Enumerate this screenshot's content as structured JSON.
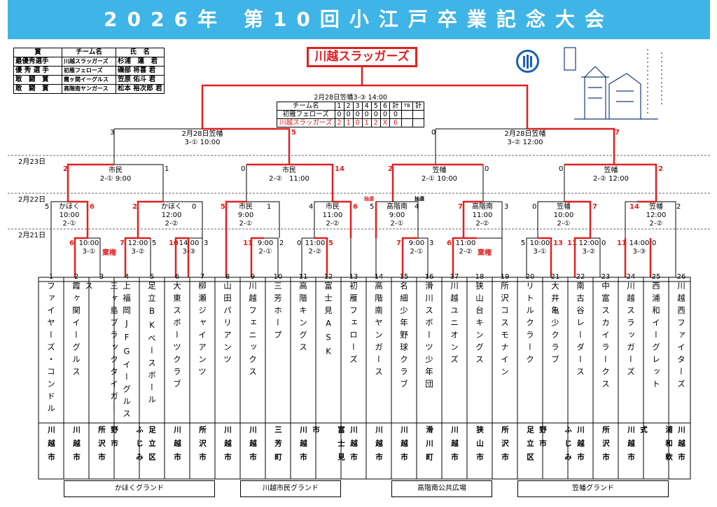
{
  "title": "2026年 第10回小江戸卒業記念大会",
  "champion": "川越スラッガーズ",
  "awards": {
    "headers": [
      "賞",
      "チーム名",
      "氏　名"
    ],
    "rows": [
      [
        "最優秀選手",
        "川越スラッガーズ",
        "杉浦　蓮　君"
      ],
      [
        "優 秀 選 手",
        "初雁フェローズ",
        "磯部 将喜 君"
      ],
      [
        "敢　闘　賞",
        "霞ヶ関イーグルス",
        "笠原 佑斗 君"
      ],
      [
        "敢　闘　賞",
        "高階南ヤンガース",
        "松本 裕次郎 君"
      ]
    ]
  },
  "final": {
    "header": "2月28日笠幡3-③ 14:00",
    "columns": [
      "チーム名",
      "1",
      "2",
      "3",
      "4",
      "5",
      "6",
      "計",
      "TB",
      "計"
    ],
    "rows": [
      [
        "初雁フェローズ",
        "0",
        "0",
        "0",
        "0",
        "0",
        "0",
        "0",
        "",
        ""
      ],
      [
        "川越スラッガーズ",
        "2",
        "1",
        "0",
        "1",
        "2",
        "X",
        "6",
        "",
        ""
      ]
    ]
  },
  "dates": [
    "2月23日",
    "2月22日",
    "2月21日"
  ],
  "semis": [
    {
      "date": "2月28日笠幡",
      "info": "3-① 10:00",
      "left": "3",
      "right": "5"
    },
    {
      "date": "2月28日笠幡",
      "info": "3-② 12:00",
      "left": "0",
      "right": "7"
    }
  ],
  "quarters": [
    {
      "venue": "市民",
      "info": "2-① 9:00",
      "left": "2",
      "right": "1"
    },
    {
      "venue": "市民",
      "info": "2-②　11:00",
      "left": "0",
      "right": "14"
    },
    {
      "venue": "笠幡",
      "info": "2-① 10:00",
      "left": "2",
      "right": "0"
    },
    {
      "venue": "笠幡",
      "info": "2-② 12:00",
      "left": "0",
      "right": "2"
    }
  ],
  "round2": [
    {
      "venue": "かほく",
      "time": "10:00",
      "info": "2-①",
      "left": "5",
      "right": "6"
    },
    {
      "venue": "かほく",
      "time": "12:00",
      "info": "2-②",
      "left": "2",
      "right": "0"
    },
    {
      "venue": "市民",
      "time": "9:00",
      "info": "2-①",
      "left": "5",
      "right": "1"
    },
    {
      "venue": "市民",
      "time": "11:00",
      "info": "2-②",
      "left": "4",
      "right": "6"
    },
    {
      "venue": "高階南",
      "time": "9:00",
      "info": "2-①",
      "left": "5",
      "right": "4"
    },
    {
      "venue": "高階南",
      "time": "11:00",
      "info": "2-②",
      "left": "7",
      "right": "3"
    },
    {
      "venue": "笠幡",
      "time": "10:00",
      "info": "2-①",
      "left": "0",
      "right": "7"
    },
    {
      "venue": "笠幡",
      "time": "12:00",
      "info": "2-②",
      "left": "14",
      "right": "2"
    }
  ],
  "round1": [
    {
      "time": "10:00",
      "info": "3-①",
      "left": "6",
      "right": "",
      "note": "棄権"
    },
    {
      "time": "12:00",
      "info": "3-②",
      "left": "7",
      "right": "5",
      "note": ""
    },
    {
      "time": "14:00",
      "info": "3-③",
      "left": "10",
      "right": "3",
      "note": ""
    },
    {
      "time": "9:00",
      "info": "2-①",
      "left": "11",
      "right": "2",
      "note": ""
    },
    {
      "time": "11:00",
      "info": "2-②",
      "left": "0",
      "right": "5",
      "note": ""
    },
    {
      "time": "9:00",
      "info": "2-①",
      "left": "7",
      "right": "3",
      "note": ""
    },
    {
      "time": "11:00",
      "info": "2-②",
      "left": "6",
      "right": "",
      "note": "棄権"
    },
    {
      "time": "10:00",
      "info": "3-①",
      "left": "5",
      "right": "13",
      "note": ""
    },
    {
      "time": "12:00",
      "info": "3-②",
      "left": "11",
      "right": "0",
      "note": ""
    },
    {
      "time": "14:00",
      "info": "3-③",
      "left": "11",
      "right": "0",
      "note": ""
    }
  ],
  "lottery": [
    "抽選",
    "抽選"
  ],
  "teams": [
    {
      "no": "1",
      "name": "ファイヤーズ・コンドル",
      "city": "川越市"
    },
    {
      "no": "2",
      "name": "霞ヶ関イーグルス",
      "city": "川越市"
    },
    {
      "no": "3",
      "name": "三ヶ島ブラックタイガース",
      "city": "所沢市"
    },
    {
      "no": "4",
      "name": "上福岡JFGイーグルス",
      "city": "ふじみ野市"
    },
    {
      "no": "5",
      "name": "足立BKベースボール",
      "city": "足立区"
    },
    {
      "no": "6",
      "name": "大東スポーツクラブ",
      "city": "川越市"
    },
    {
      "no": "7",
      "name": "柳瀬ジャイアンツ",
      "city": "所沢市"
    },
    {
      "no": "8",
      "name": "山田パリアンツ",
      "city": "川越市"
    },
    {
      "no": "9",
      "name": "川越フェニックス",
      "city": "川越市"
    },
    {
      "no": "10",
      "name": "三芳ホープ",
      "city": "三芳町"
    },
    {
      "no": "11",
      "name": "高階キングス",
      "city": "川越市"
    },
    {
      "no": "12",
      "name": "富士見ASK",
      "city": "富士見市"
    },
    {
      "no": "13",
      "name": "初雁フェローズ",
      "city": "川越市"
    },
    {
      "no": "14",
      "name": "高階南ヤンガース",
      "city": "川越市"
    },
    {
      "no": "15",
      "name": "名細少年野球クラブ",
      "city": "川越市"
    },
    {
      "no": "16",
      "name": "滑川スポーツ少年団",
      "city": "滑川町"
    },
    {
      "no": "17",
      "name": "川越ユニオンズ",
      "city": "川越市"
    },
    {
      "no": "18",
      "name": "狭山台キングス",
      "city": "狭山市"
    },
    {
      "no": "19",
      "name": "所沢コスモナイン",
      "city": "所沢市"
    },
    {
      "no": "20",
      "name": "リトルクラーク",
      "city": "足立区"
    },
    {
      "no": "21",
      "name": "大井亀少クラブ",
      "city": "ふじみ野市"
    },
    {
      "no": "22",
      "name": "南古谷レーダース",
      "city": "川越市"
    },
    {
      "no": "23",
      "name": "中富スカイラークス",
      "city": "所沢市"
    },
    {
      "no": "24",
      "name": "川越スラッガーズ",
      "city": "川越市"
    },
    {
      "no": "25",
      "name": "西浦和イーグレット",
      "city": "浦和軟式"
    },
    {
      "no": "26",
      "name": "川越西ファイターズ",
      "city": "川越市"
    }
  ],
  "grounds": [
    "かほくグランド",
    "川越市民グランド",
    "高階南公共広場",
    "笠幡グランド"
  ],
  "colors": {
    "banner": "#3fb4e6",
    "win": "#e02020",
    "logo": "#1a5fb4"
  }
}
